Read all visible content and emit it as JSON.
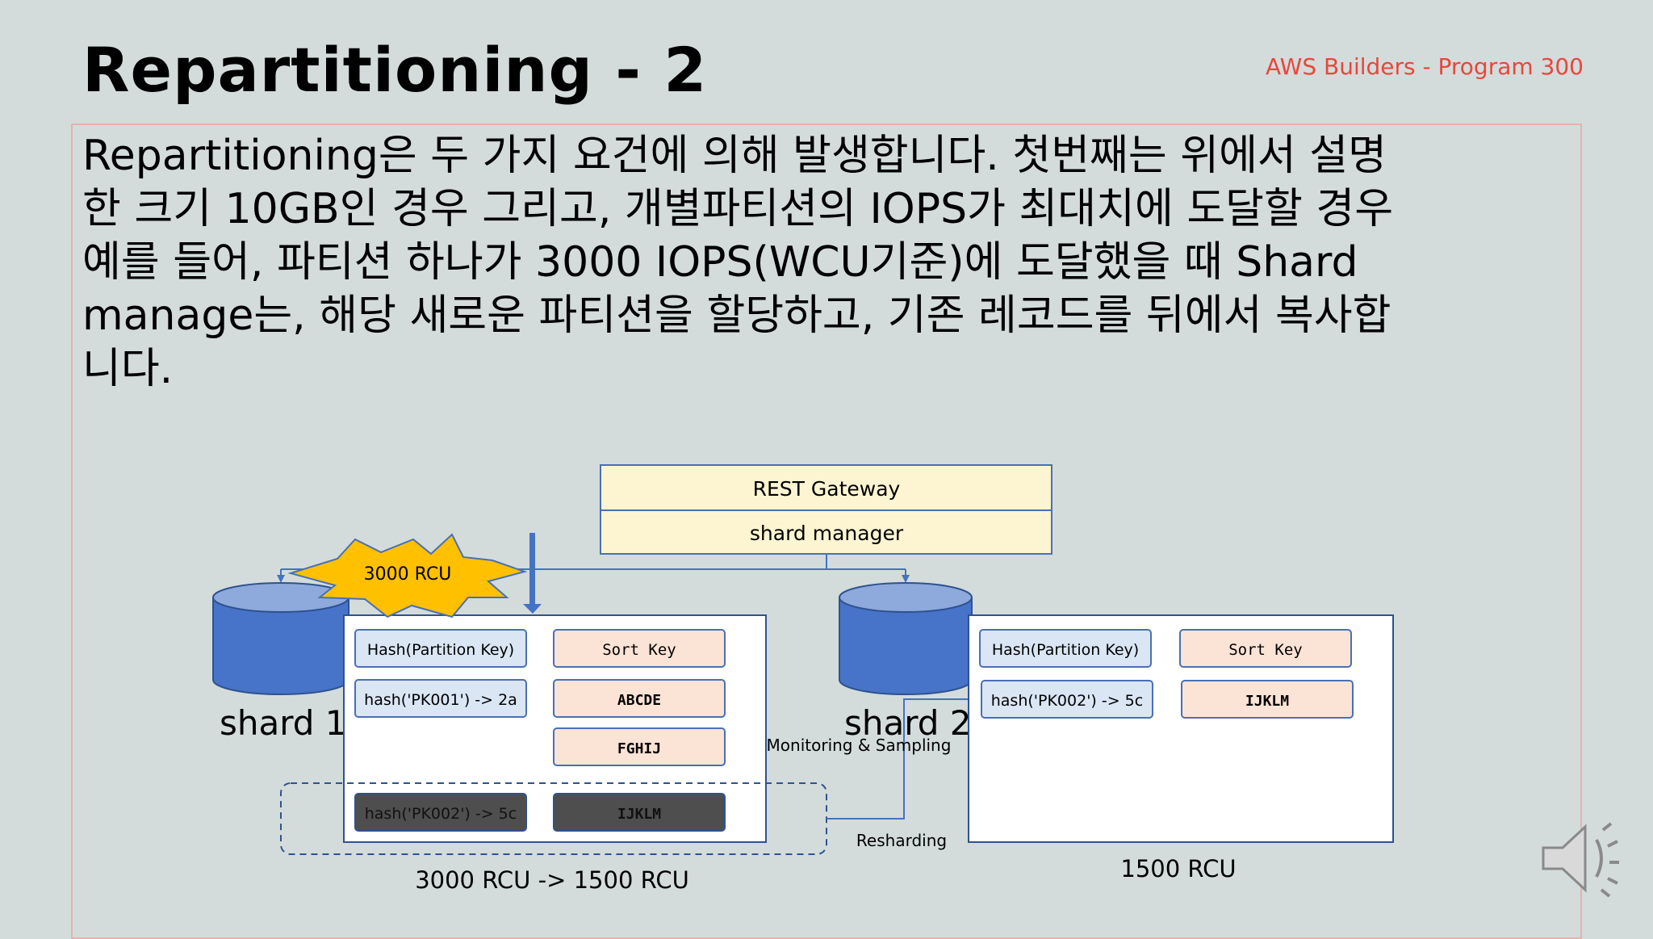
{
  "slide": {
    "title": "Repartitioning - 2",
    "brand": "AWS Builders - Program 300",
    "body_lines": [
      "Repartitioning은 두 가지 요건에 의해 발생합니다. 첫번째는 위에서 설명",
      "한 크기 10GB인 경우 그리고, 개별파티션의 IOPS가 최대치에 도달할 경우",
      "예를 들어, 파티션 하나가 3000 IOPS(WCU기준)에 도달했을 때 Shard",
      "manage는, 해당 새로운 파티션을 할당하고, 기존 레코드를 뒤에서 복사합",
      "니다."
    ]
  },
  "diagram": {
    "gateway": {
      "rest_label": "REST Gateway",
      "manager_label": "shard manager"
    },
    "burst_label": "3000 RCU",
    "shard1": {
      "name": "shard 1",
      "hash_header": "Hash(Partition Key)",
      "sort_header": "Sort Key",
      "hash_value": "hash('PK001') -> 2a",
      "sort_values": [
        "ABCDE",
        "FGHIJ"
      ],
      "moving_hash": "hash('PK002') -> 5c",
      "moving_sort": "IJKLM",
      "capacity": "3000 RCU -> 1500 RCU"
    },
    "shard2": {
      "name": "shard 2",
      "hash_header": "Hash(Partition Key)",
      "sort_header": "Sort Key",
      "hash_value": "hash('PK002') -> 5c",
      "sort_value": "IJKLM",
      "capacity": "1500 RCU"
    },
    "monitoring_label": "Monitoring & Sampling",
    "resharding_label": "Resharding",
    "colors": {
      "gateway_fill": "#fdf5d2",
      "gateway_border": "#4a6fb5",
      "hash_fill": "#dae6f4",
      "sort_fill": "#fbe3d6",
      "moving_fill": "#4e4e4e",
      "cylinder_fill": "#4774c9",
      "cylinder_top": "#8eaadc",
      "burst_fill": "#ffc000",
      "line_blue": "#4472c4"
    }
  },
  "icons": {
    "speaker": "speaker-icon"
  }
}
